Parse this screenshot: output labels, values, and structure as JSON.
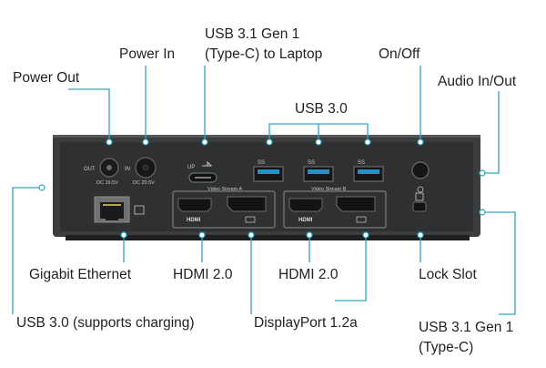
{
  "labels": {
    "power_out": "Power Out",
    "power_in": "Power In",
    "usb31_laptop_line1": "USB 3.1 Gen 1",
    "usb31_laptop_line2": "(Type-C) to Laptop",
    "on_off": "On/Off",
    "audio": "Audio In/Out",
    "usb30": "USB 3.0",
    "gigabit": "Gigabit Ethernet",
    "hdmi_a": "HDMI 2.0",
    "hdmi_b": "HDMI 2.0",
    "lock": "Lock Slot",
    "usb30_charging": "USB 3.0 (supports charging)",
    "displayport": "DisplayPort 1.2a",
    "usb31_typec_line1": "USB 3.1 Gen 1",
    "usb31_typec_line2": "(Type-C)"
  },
  "device": {
    "out_label": "OUT",
    "in_label": "IN",
    "dc_out": "DC 19.5V",
    "dc_in": "DC 20.5V",
    "up_label": "UP",
    "stream_a": "Video Stream A",
    "stream_b": "Video Stream B",
    "hdmi_small_a": "HDMI",
    "hdmi_small_b": "HDMI",
    "ss_label": "SS"
  },
  "colors": {
    "leader": "#2aa6c2",
    "device_body": "#3b3d3f",
    "device_face": "#2b2d2f",
    "text": "#222222"
  },
  "icons": [
    "power-out-jack-icon",
    "power-in-jack-icon",
    "usb-c-port-icon",
    "usb-a-port-icon",
    "power-button-icon",
    "ethernet-port-icon",
    "hdmi-port-icon",
    "displayport-icon",
    "lock-slot-icon"
  ]
}
